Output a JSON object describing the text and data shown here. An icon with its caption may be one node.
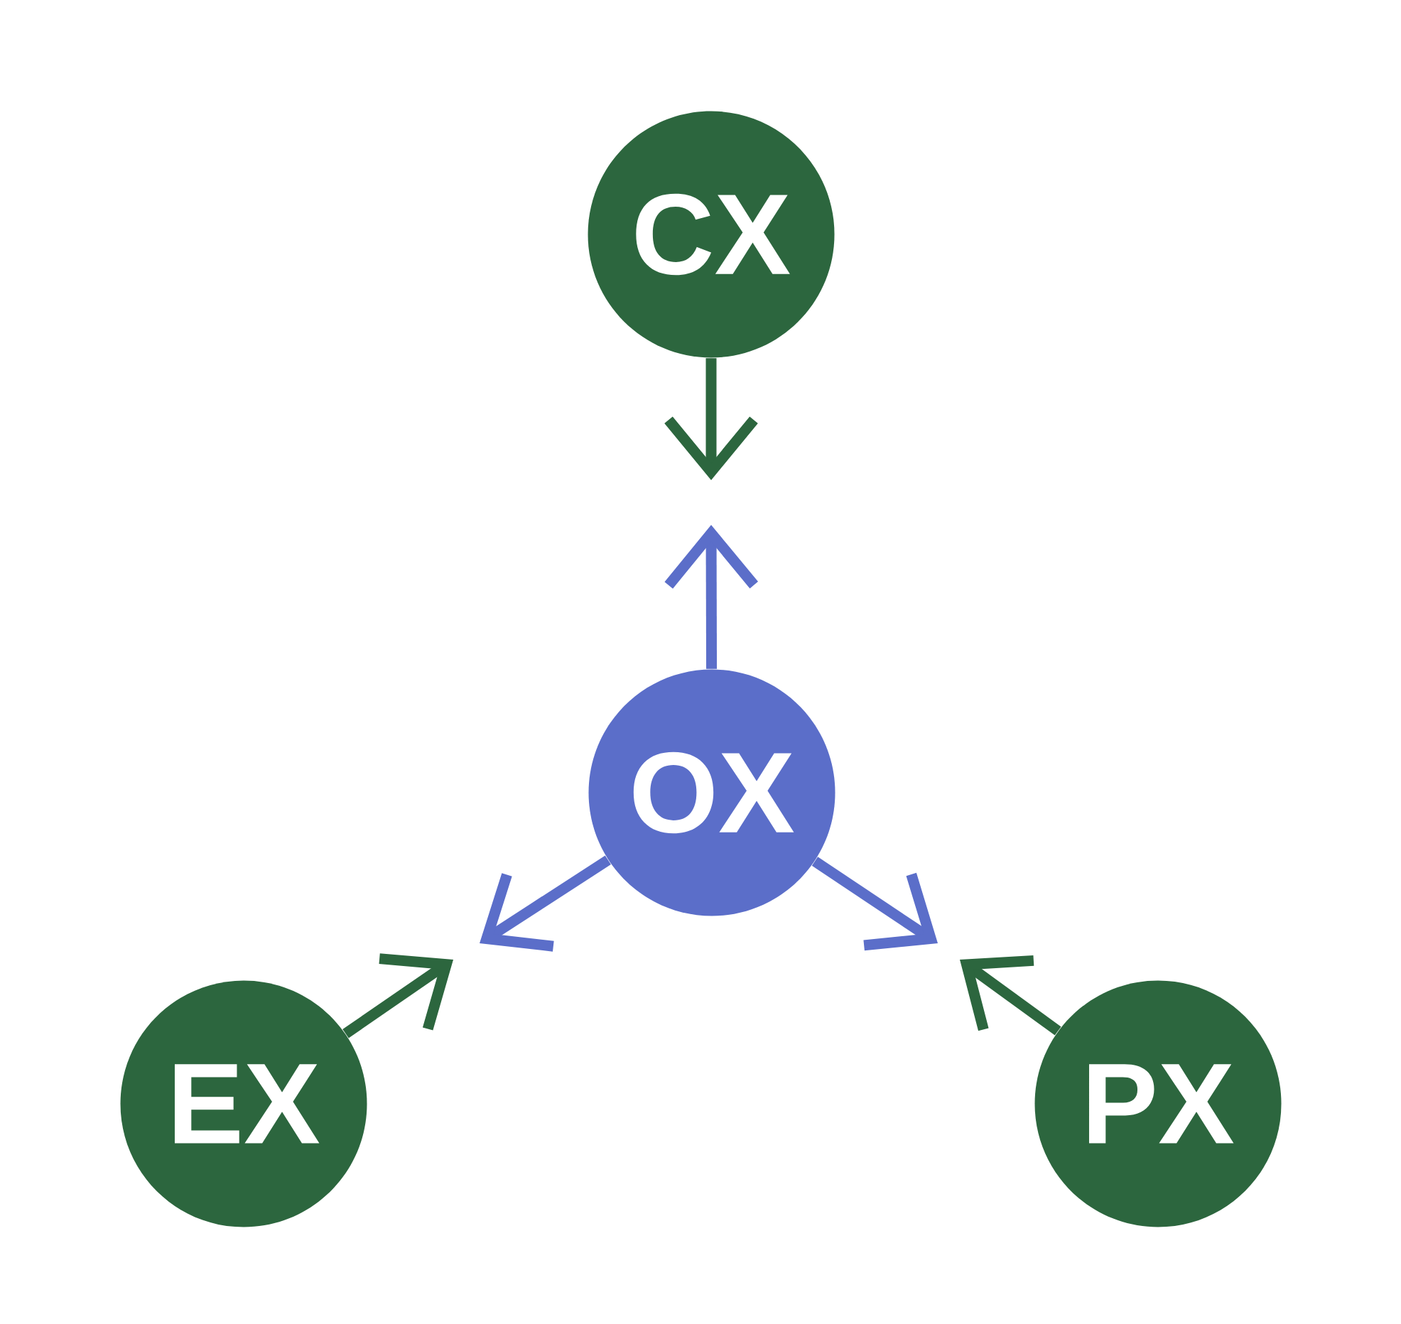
{
  "diagram": {
    "nodes": [
      {
        "text": [
          "CX"
        ]
      },
      {
        "text": [
          "OX"
        ]
      },
      {
        "text": [
          "EX"
        ]
      },
      {
        "text": [
          "PX"
        ]
      }
    ],
    "edges": [
      {
        "from": 0,
        "to": null,
        "arrow": "to",
        "color": "#2c663e"
      },
      {
        "from": 1,
        "to": null,
        "arrow": "to",
        "color": "#5b6ec9"
      },
      {
        "from": 1,
        "to": null,
        "arrow": "to",
        "color": "#5b6ec9"
      },
      {
        "from": 1,
        "to": null,
        "arrow": "to",
        "color": "#5b6ec9"
      },
      {
        "from": 2,
        "to": null,
        "arrow": "to",
        "color": "#2c663e"
      },
      {
        "from": 3,
        "to": null,
        "arrow": "to",
        "color": "#2c663e"
      }
    ]
  }
}
